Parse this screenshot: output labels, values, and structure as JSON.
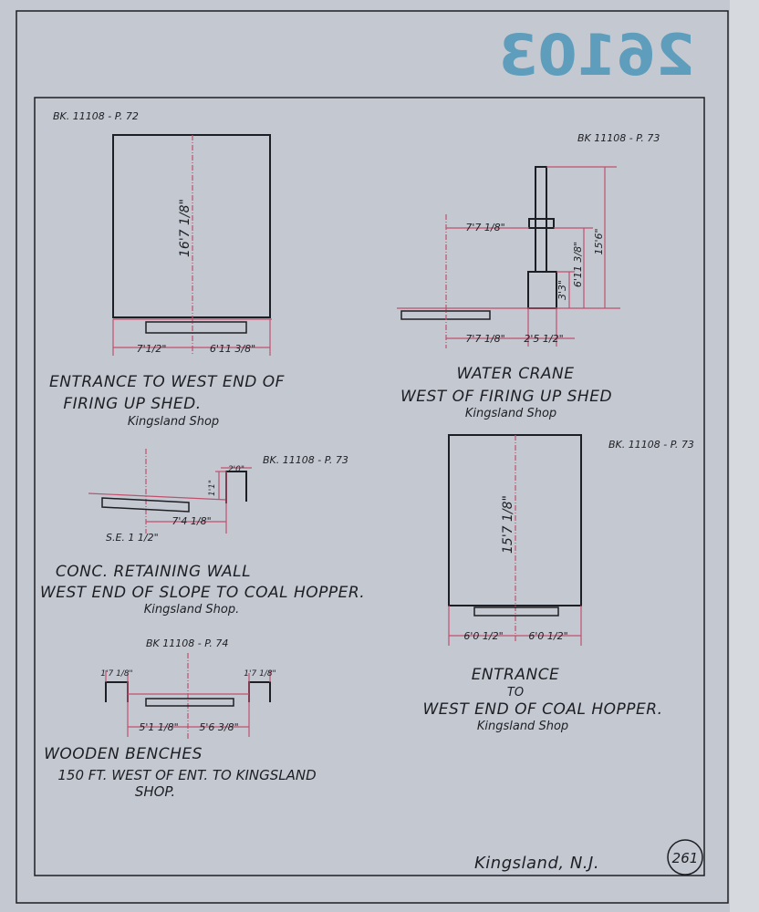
{
  "stamp": "26103",
  "sheet_number": "261",
  "location": "Kingsland, N.J.",
  "drawings": {
    "entrance_firing_shed": {
      "ref": "BK. 11108 - P. 72",
      "title_1": "ENTRANCE TO WEST END OF",
      "title_2": "FIRING UP SHED.",
      "subtitle": "Kingsland Shop",
      "dims": {
        "height": "16'7 1/8\"",
        "left": "7'1/2\"",
        "right": "6'11 3/8\""
      }
    },
    "water_crane": {
      "ref": "BK 11108 - P. 73",
      "title_1": "WATER CRANE",
      "title_2": "WEST OF FIRING UP SHED",
      "subtitle": "Kingsland Shop",
      "dims": {
        "arm": "7'7 1/8\"",
        "offset": "7'7 1/8\"",
        "base_width": "2'5 1/2\"",
        "base_height": "3'3\"",
        "collar_height": "6'11 3/8\"",
        "total_height": "15'6\""
      }
    },
    "retaining_wall": {
      "ref": "BK. 11108 - P. 73",
      "title_1": "CONC. RETAINING WALL",
      "title_2": "WEST END OF SLOPE TO COAL HOPPER.",
      "subtitle": "Kingsland Shop.",
      "dims": {
        "offset": "7'4 1/8\"",
        "wall_height": "1'1\"",
        "wall_width": "2'0\"",
        "superelevation": "S.E. 1 1/2\""
      }
    },
    "coal_hopper": {
      "ref": "BK. 11108 - P. 73",
      "title_1": "ENTRANCE",
      "title_2": "TO",
      "title_3": "WEST END OF COAL HOPPER.",
      "subtitle": "Kingsland Shop",
      "dims": {
        "height": "15'7 1/8\"",
        "left": "6'0 1/2\"",
        "right": "6'0 1/2\""
      }
    },
    "wooden_benches": {
      "ref": "BK 11108 - P. 74",
      "title_1": "WOODEN BENCHES",
      "title_2": "150 FT. WEST OF ENT. TO KINGSLAND",
      "title_3": "SHOP.",
      "dims": {
        "left_bench": "1'7 1/8\"",
        "right_bench": "1'7 1/8\"",
        "left": "5'1 1/8\"",
        "right": "5'6 3/8\""
      }
    }
  }
}
